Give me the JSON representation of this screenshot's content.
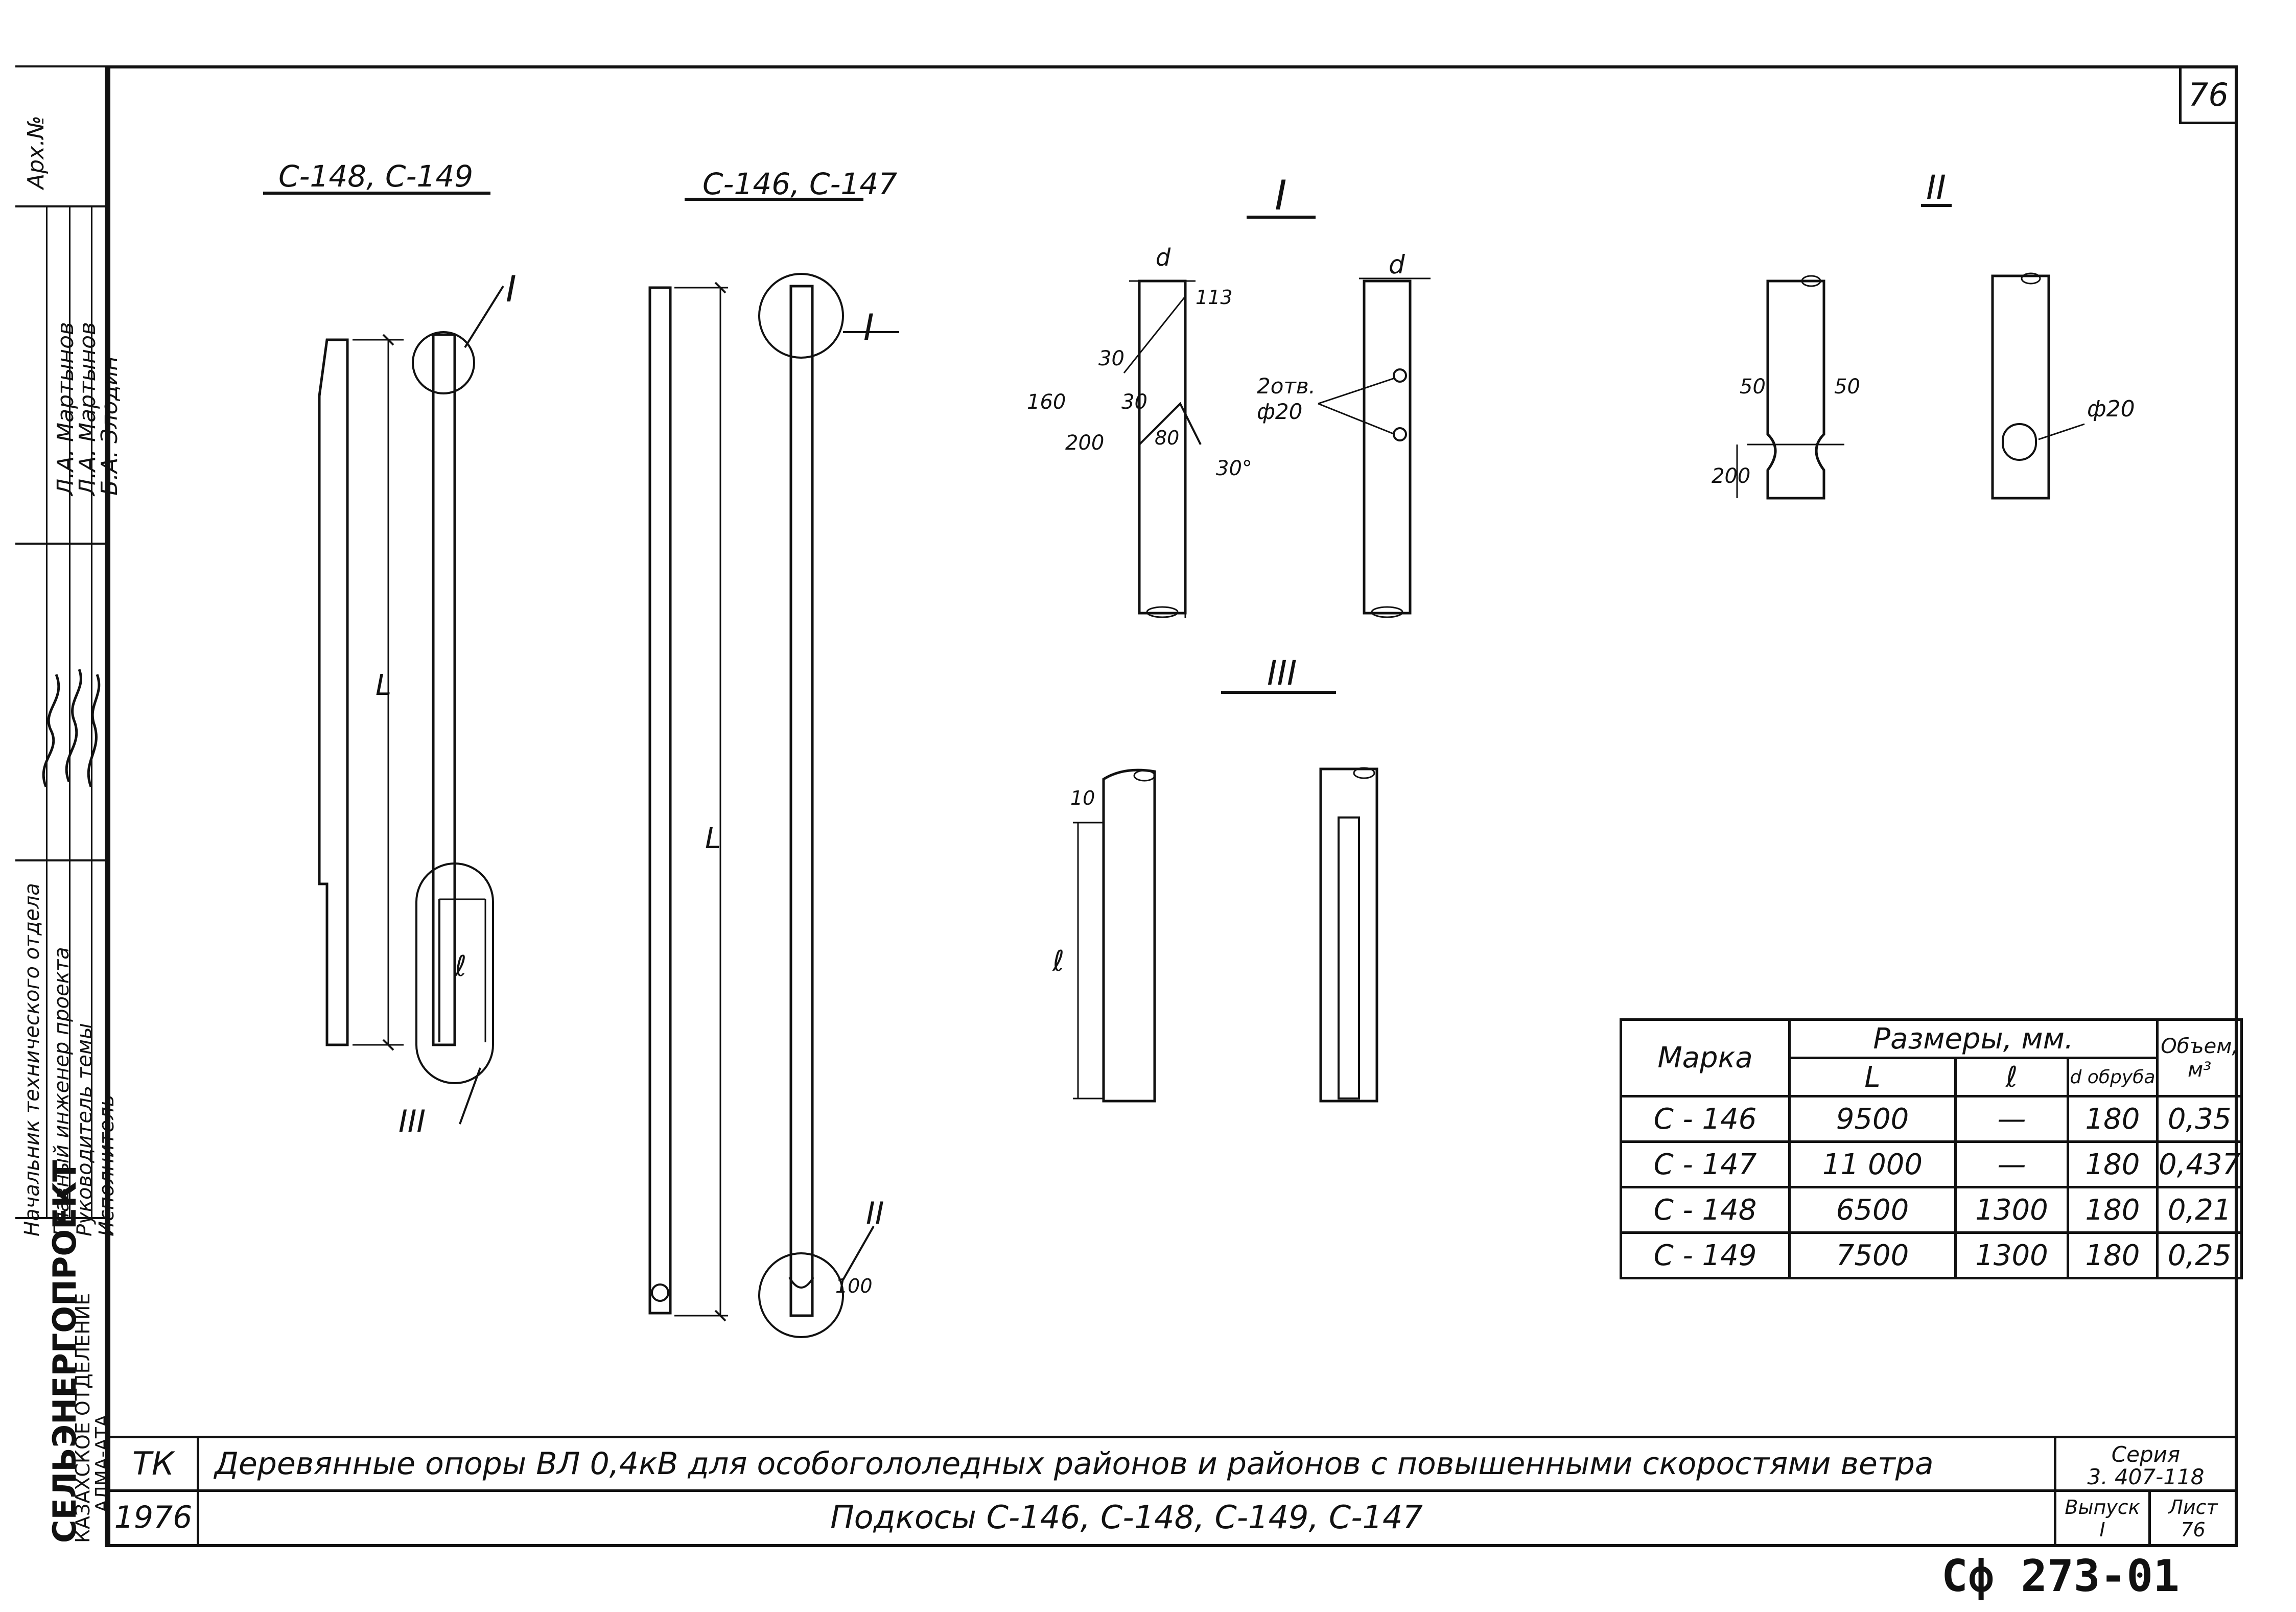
{
  "sheet_number": "76",
  "views": {
    "left_title": "C-148, C-149",
    "middle_title": "C-146, C-147",
    "detail_i": "I",
    "detail_ii": "II",
    "detail_iii": "III",
    "callout_i_a": "I",
    "callout_i_b": "I",
    "callout_ii": "II",
    "callout_iii": "III",
    "dim_L": "L",
    "dim_l": "ℓ",
    "dim_100": "100"
  },
  "detail_i_dims": {
    "d_top": "d",
    "d_right": "d",
    "dim_113": "113",
    "dim_30a": "30",
    "dim_30b": "30",
    "dim_160": "160",
    "dim_200": "200",
    "dim_80": "80",
    "angle_30": "30°",
    "holes": "2отв.",
    "phi20": "ф20"
  },
  "detail_ii_dims": {
    "dim_50a": "50",
    "dim_50b": "50",
    "dim_200": "200",
    "phi20": "ф20"
  },
  "detail_iii_dims": {
    "dim_10": "10",
    "dim_l": "ℓ"
  },
  "spec_table": {
    "col_mark": "Марка",
    "col_sizes": "Размеры,   мм.",
    "col_L": "L",
    "col_l": "ℓ",
    "col_d": "d обруба",
    "col_volume": "Объем, м³",
    "rows": [
      {
        "mark": "С - 146",
        "L": "9500",
        "l": "—",
        "d": "180",
        "vol": "0,35"
      },
      {
        "mark": "С - 147",
        "L": "11 000",
        "l": "—",
        "d": "180",
        "vol": "0,437"
      },
      {
        "mark": "С - 148",
        "L": "6500",
        "l": "1300",
        "d": "180",
        "vol": "0,21"
      },
      {
        "mark": "С - 149",
        "L": "7500",
        "l": "1300",
        "d": "180",
        "vol": "0,25"
      }
    ]
  },
  "side_stamp": {
    "org": "СЕЛЬЭНЕРГОПРОЕКТ",
    "dept": "КАЗАХСКОЕ ОТДЕЛЕНИЕ",
    "city": "АЛМА-АТА",
    "roles": [
      "Начальник технического отдела",
      "Главный инженер проекта",
      "Руководитель темы",
      "Исполнитель"
    ],
    "names": [
      "Л.А. Мартынов",
      "Л.А. Мартынов",
      "Б.А. Злодин"
    ],
    "archive": "Арх.№"
  },
  "title_block": {
    "code": "ТК",
    "year": "1976",
    "title": "Деревянные опоры ВЛ 0,4кВ для особогололедных районов и районов с повышенными скоростями ветра",
    "subtitle": "Подкосы С-146, С-148, С-149, С-147",
    "series_label": "Серия",
    "series_value": "3. 407-118",
    "issue_label": "Выпуск",
    "issue_value": "I",
    "sheet_label": "Лист",
    "sheet_value": "76"
  },
  "stamp_code": "Сф 273-01"
}
